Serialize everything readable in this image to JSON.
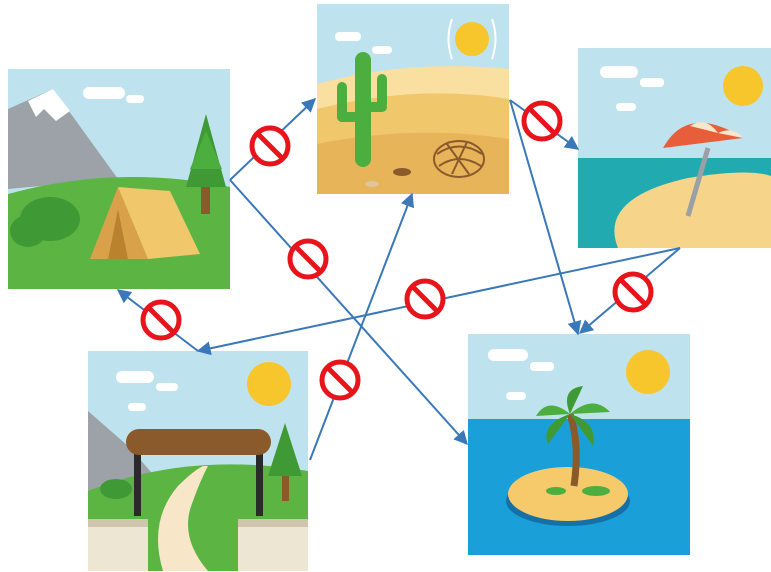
{
  "diagram": {
    "nodes": [
      {
        "id": "camping",
        "icon": "camping-icon"
      },
      {
        "id": "desert",
        "icon": "desert-icon"
      },
      {
        "id": "beach",
        "icon": "beach-umbrella-icon"
      },
      {
        "id": "national-park",
        "icon": "national-park-icon"
      },
      {
        "id": "island",
        "icon": "desert-island-icon"
      }
    ],
    "edges": [
      {
        "from": "camping",
        "to": "desert",
        "prohibited": true
      },
      {
        "from": "camping",
        "to": "island",
        "prohibited": true
      },
      {
        "from": "desert",
        "to": "beach",
        "prohibited": true
      },
      {
        "from": "desert",
        "to": "island",
        "prohibited": false
      },
      {
        "from": "beach",
        "to": "island",
        "prohibited": true
      },
      {
        "from": "beach",
        "to": "national-park",
        "prohibited": true
      },
      {
        "from": "national-park",
        "to": "camping",
        "prohibited": true
      },
      {
        "from": "national-park",
        "to": "desert",
        "prohibited": true
      }
    ],
    "colors": {
      "arrow": "#3a78b8",
      "prohibited_sign": "#e8141c",
      "sky": "#bfe3ee",
      "grass": "#5cb543",
      "sand": "#f0c76a",
      "sea": "#21aab0"
    }
  }
}
